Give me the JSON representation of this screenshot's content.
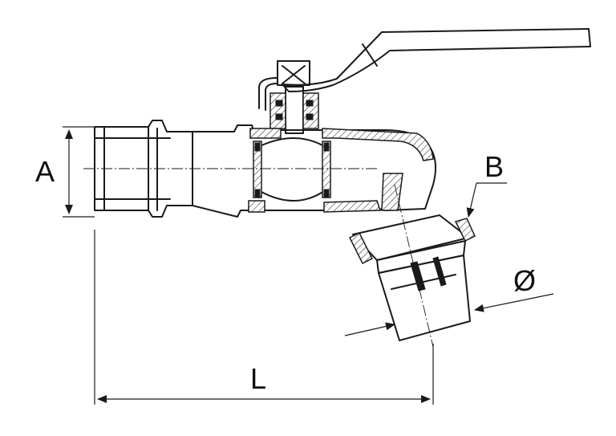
{
  "labels": {
    "A": "A",
    "B": "B",
    "L": "L",
    "diameter": "Ø"
  }
}
